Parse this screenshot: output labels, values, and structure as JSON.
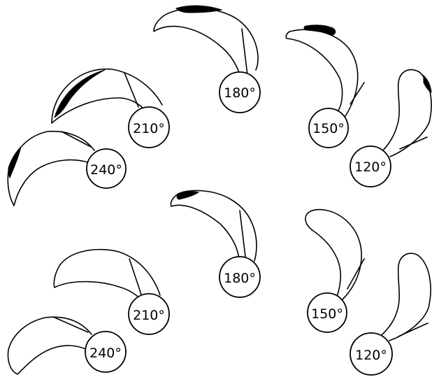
{
  "labels": {
    "top_180": "180°",
    "top_150": "150°",
    "top_120": "120°",
    "top_210": "210°",
    "top_240": "240°",
    "bottom_180": "180°",
    "bottom_150": "150°",
    "bottom_120": "120°",
    "bottom_210": "210°",
    "bottom_240": "240°"
  },
  "colors": {
    "line": "#000000",
    "shaded_region": "#000000",
    "background": "#ffffff"
  }
}
